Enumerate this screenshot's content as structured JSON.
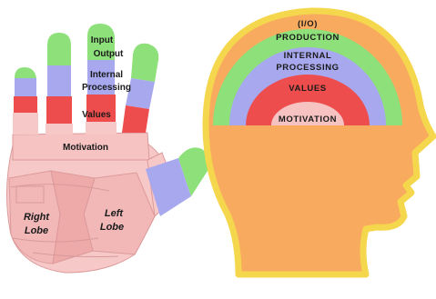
{
  "hand": {
    "input": "Input",
    "output": "Output",
    "internal": "Internal",
    "processing": "Processing",
    "values": "Values",
    "motivation": "Motivation",
    "right_lobe_1": "Right",
    "right_lobe_2": "Lobe",
    "left_lobe_1": "Left",
    "left_lobe_2": "Lobe"
  },
  "head": {
    "io": "(I/O)",
    "production": "PRODUCTION",
    "internal": "INTERNAL",
    "processing": "PROCESSING",
    "values": "VALUES",
    "motivation": "MOTIVATION"
  },
  "colors": {
    "io_green": "#8ee07a",
    "processing_purple": "#a8a8ee",
    "values_red": "#ee4d4d",
    "motivation_pink": "#f6c2c2",
    "head_orange": "#f8aa5e",
    "head_outline_yellow": "#f5d74e",
    "palm_pink": "#f6c8c8"
  }
}
